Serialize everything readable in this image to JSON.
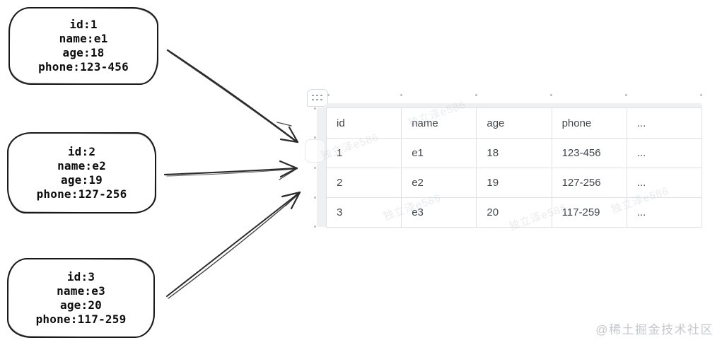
{
  "entities": [
    {
      "lines": [
        "id:1",
        "name:e1",
        "age:18",
        "phone:123-456"
      ]
    },
    {
      "lines": [
        "id:2",
        "name:e2",
        "age:19",
        "phone:127-256"
      ]
    },
    {
      "lines": [
        "id:3",
        "name:e3",
        "age:20",
        "phone:117-259"
      ]
    }
  ],
  "table": {
    "columns": [
      "id",
      "name",
      "age",
      "phone",
      "..."
    ],
    "rows": [
      [
        "1",
        "e1",
        "18",
        "123-456",
        "..."
      ],
      [
        "2",
        "e2",
        "19",
        "127-256",
        "..."
      ],
      [
        "3",
        "e3",
        "20",
        "117-259",
        "..."
      ]
    ]
  },
  "icons": {
    "drag_handle": "six-dot-grid"
  },
  "watermark": {
    "tile_text": "独立泽e586",
    "credit": "@稀土掘金技术社区"
  },
  "colors": {
    "box_border": "#1b1b1b",
    "arrow": "#2b2b2b",
    "table_border": "#dee0e3",
    "table_text": "#41464c",
    "strip_bg": "#eef0f1",
    "watermark": "#c9cdd2"
  }
}
